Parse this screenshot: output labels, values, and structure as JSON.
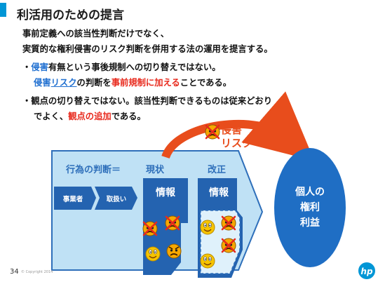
{
  "title": "利活用のための提言",
  "intro": {
    "line1": "事前定義への該当性判断だけでなく、",
    "line2": "実質的な権利侵害のリスク判断を併用する法の運用を提言する。"
  },
  "bullet1": {
    "mark": "・",
    "a": "侵害",
    "b": "有無という事後規制への切り替えではない。",
    "c": "侵害",
    "d": "リスク",
    "e": "の判断を",
    "f": "事前規制に加える",
    "g": "ことである。"
  },
  "bullet2": {
    "mark": "・",
    "line1": "観点の切り替えではない。該当性判断できるものは従来どおり",
    "a": "でよく、",
    "b": "観点の追加",
    "c": "である。"
  },
  "diagram": {
    "risk_label_1": "侵害",
    "risk_label_2": "リスク",
    "header_label": "行為の判断＝",
    "current_label": "現状",
    "revised_label": "改正",
    "actor_label": "事業者",
    "handling_label": "取扱い",
    "info_label_current": "情報",
    "info_label_revised": "情報",
    "individual_line1": "個人の",
    "individual_line2": "権利",
    "individual_line3": "利益"
  },
  "footer": {
    "page_number": "34",
    "copyright": "© Copyright 2014",
    "logo_text": "hp"
  },
  "colors": {
    "accent_blue": "#0096d6",
    "light_blue_panel": "#bfe1f5",
    "dark_blue": "#2e6fba",
    "ellipse_blue": "#1f6ec4",
    "risk_orange": "#e84d1c",
    "red_text": "#e8291c"
  }
}
